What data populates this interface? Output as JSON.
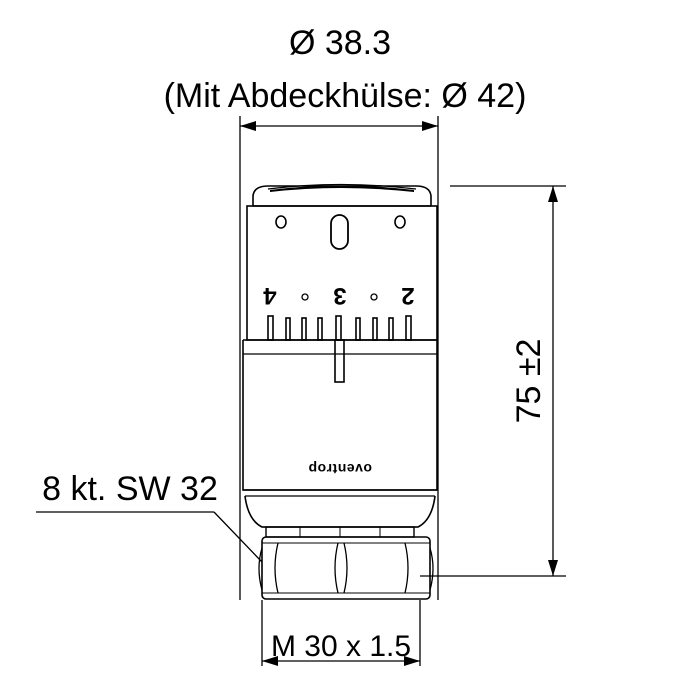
{
  "dimensions": {
    "diameter": "Ø 38.3",
    "diameter_note": "(Mit Abdeckhülse: Ø 42)",
    "height": "75 ±2",
    "wrench": "8 kt. SW 32",
    "thread": "M 30 x 1.5"
  },
  "scale_labels": [
    "4",
    "3",
    "2"
  ],
  "brand": "oventrop"
}
